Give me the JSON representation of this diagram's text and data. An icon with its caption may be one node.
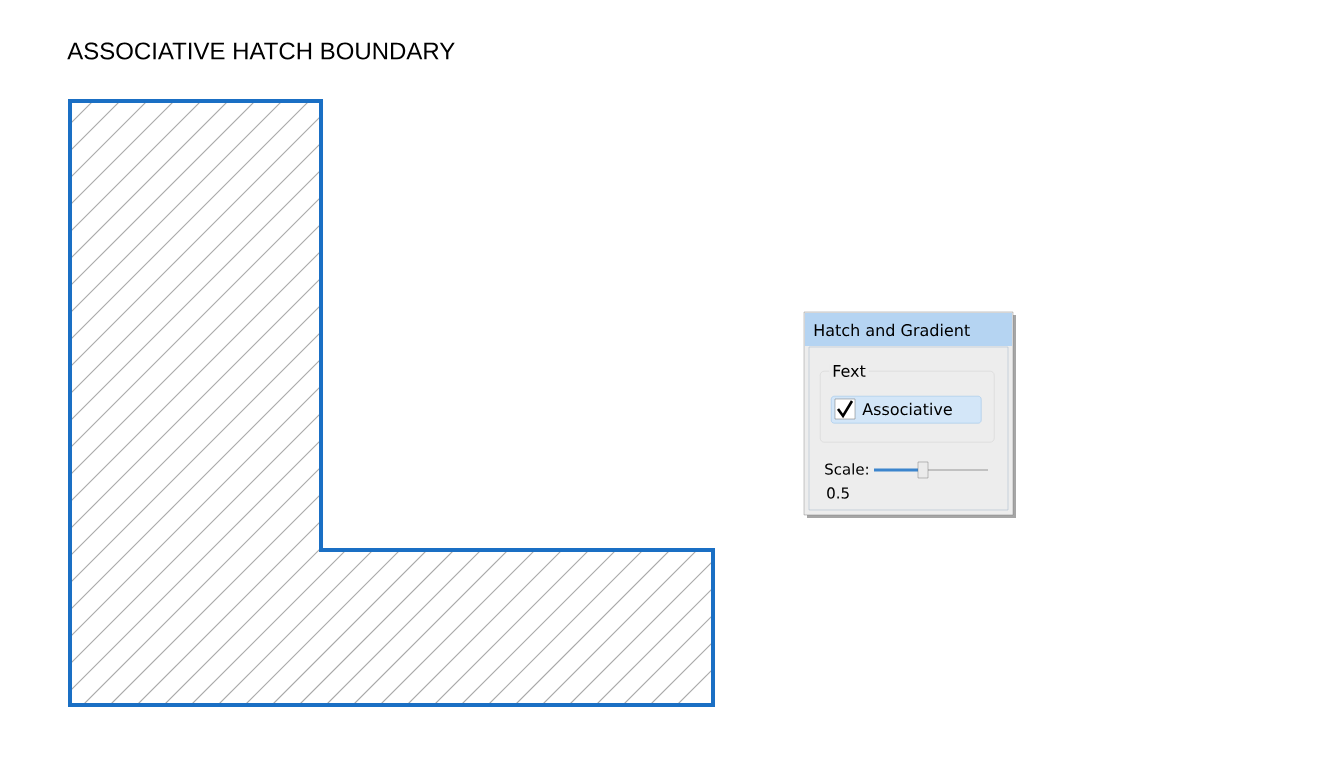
{
  "diagram": {
    "title": "ASSOCIATIVE HATCH BOUNDARY",
    "nodes": [
      {
        "text": [
          "Hatch and Gradient"
        ]
      },
      {
        "text": [
          "Fext"
        ],
        "in": 0
      },
      {
        "text": [
          "Associative"
        ],
        "in": 1
      }
    ],
    "labels": [
      "Scale:",
      "0.5"
    ]
  }
}
